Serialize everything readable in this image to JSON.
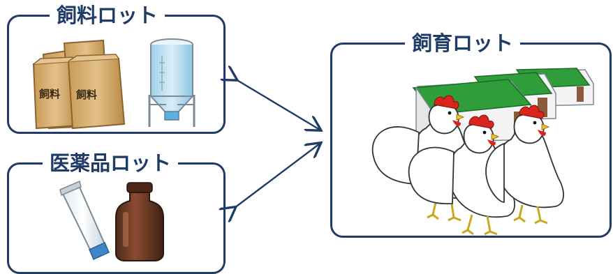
{
  "feed_lot": {
    "title": "飼料ロット",
    "bag_label": "飼料"
  },
  "medicine_lot": {
    "title": "医薬品ロット"
  },
  "rearing_lot": {
    "title": "飼育ロット"
  },
  "colors": {
    "frame": "#1f3b66",
    "arrow": "#1f3b66",
    "roof": "#2f9e3a",
    "bag": "#d9b277",
    "comb": "#d8261f"
  }
}
